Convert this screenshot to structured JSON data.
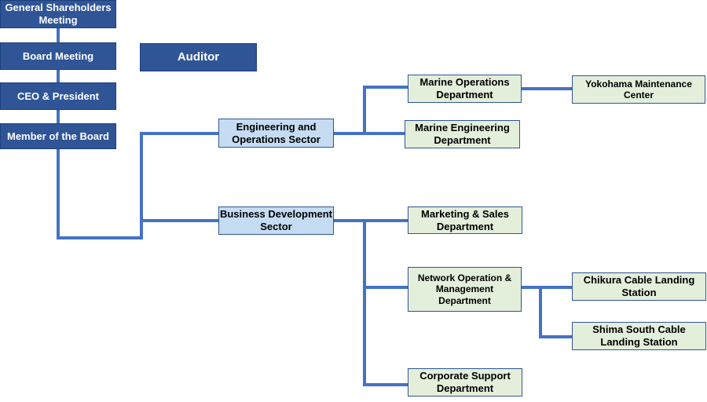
{
  "colors": {
    "executive_fill": "#2f5597",
    "sector_fill": "#c5dcf2",
    "department_fill": "#e3eedb",
    "connector": "#4472c4"
  },
  "nodes": {
    "shareholders": "General Shareholders Meeting",
    "board_meeting": "Board Meeting",
    "auditor": "Auditor",
    "ceo": "CEO & President",
    "member_board": "Member of the Board",
    "eng_sector": "Engineering and Operations Sector",
    "biz_sector": "Business Development Sector",
    "marine_ops": "Marine Operations Department",
    "yokohama": "Yokohama Maintenance Center",
    "marine_eng": "Marine Engineering Department",
    "marketing": "Marketing & Sales Department",
    "network_ops": "Network Operation & Management Department",
    "chikura": "Chikura Cable Landing Station",
    "shima": "Shima South Cable Landing Station",
    "corporate": "Corporate Support Department"
  }
}
